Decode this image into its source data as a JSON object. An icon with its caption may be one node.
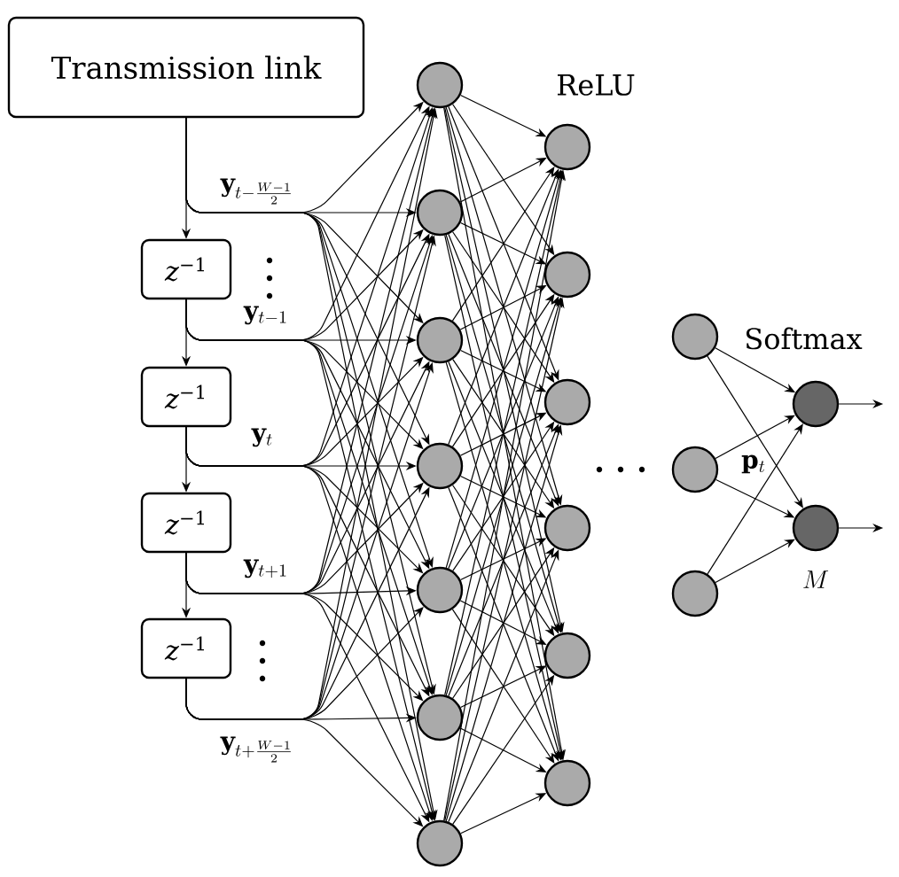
{
  "diagram": {
    "nodes": [
      {
        "text": [
          "Transmission link"
        ]
      },
      {
        "text": [
          "*z*$^{−1}$"
        ]
      },
      {
        "text": [
          "*z*$^{−1}$"
        ]
      },
      {
        "text": [
          "*z*$^{−1}$"
        ]
      },
      {
        "text": [
          "*z*$^{−1}$"
        ]
      },
      {
        "text": [],
        "shape": "circle"
      },
      {
        "text": [],
        "shape": "circle"
      },
      {
        "text": [],
        "shape": "circle"
      },
      {
        "text": [],
        "shape": "circle"
      },
      {
        "text": [],
        "shape": "circle"
      },
      {
        "text": [],
        "shape": "circle"
      },
      {
        "text": [],
        "shape": "circle"
      },
      {
        "text": [],
        "shape": "circle"
      },
      {
        "text": [],
        "shape": "circle"
      },
      {
        "text": [],
        "shape": "circle"
      },
      {
        "text": [],
        "shape": "circle"
      },
      {
        "text": [],
        "shape": "circle"
      },
      {
        "text": [],
        "shape": "circle"
      },
      {
        "text": [],
        "shape": "circle"
      },
      {
        "text": [],
        "shape": "circle"
      },
      {
        "text": [],
        "shape": "circle"
      },
      {
        "text": [],
        "shape": "circle"
      },
      {
        "text": [],
        "shape": "circle"
      }
    ],
    "edges": [
      {
        "from": 0,
        "to": 1,
        "arrow": "to"
      },
      {
        "from": 1,
        "to": 2,
        "arrow": "to"
      },
      {
        "from": 2,
        "to": 3,
        "arrow": "to"
      },
      {
        "from": 3,
        "to": 4,
        "arrow": "to"
      },
      {
        "from": 0,
        "to": 5,
        "arrow": "to"
      },
      {
        "from": 0,
        "to": 6,
        "arrow": "to"
      },
      {
        "from": 0,
        "to": 7,
        "arrow": "to"
      },
      {
        "from": 0,
        "to": 8,
        "arrow": "to"
      },
      {
        "from": 0,
        "to": 9,
        "arrow": "to"
      },
      {
        "from": 0,
        "to": 10,
        "arrow": "to"
      },
      {
        "from": 0,
        "to": 11,
        "arrow": "to"
      },
      {
        "from": 1,
        "to": 5,
        "arrow": "to"
      },
      {
        "from": 1,
        "to": 6,
        "arrow": "to"
      },
      {
        "from": 1,
        "to": 7,
        "arrow": "to"
      },
      {
        "from": 1,
        "to": 8,
        "arrow": "to"
      },
      {
        "from": 1,
        "to": 9,
        "arrow": "to"
      },
      {
        "from": 1,
        "to": 10,
        "arrow": "to"
      },
      {
        "from": 1,
        "to": 11,
        "arrow": "to"
      },
      {
        "from": 2,
        "to": 5,
        "arrow": "to"
      },
      {
        "from": 2,
        "to": 6,
        "arrow": "to"
      },
      {
        "from": 2,
        "to": 7,
        "arrow": "to"
      },
      {
        "from": 2,
        "to": 8,
        "arrow": "to"
      },
      {
        "from": 2,
        "to": 9,
        "arrow": "to"
      },
      {
        "from": 2,
        "to": 10,
        "arrow": "to"
      },
      {
        "from": 2,
        "to": 11,
        "arrow": "to"
      },
      {
        "from": 3,
        "to": 5,
        "arrow": "to"
      },
      {
        "from": 3,
        "to": 6,
        "arrow": "to"
      },
      {
        "from": 3,
        "to": 7,
        "arrow": "to"
      },
      {
        "from": 3,
        "to": 8,
        "arrow": "to"
      },
      {
        "from": 3,
        "to": 9,
        "arrow": "to"
      },
      {
        "from": 3,
        "to": 10,
        "arrow": "to"
      },
      {
        "from": 3,
        "to": 11,
        "arrow": "to"
      },
      {
        "from": 4,
        "to": 5,
        "arrow": "to"
      },
      {
        "from": 4,
        "to": 6,
        "arrow": "to"
      },
      {
        "from": 4,
        "to": 7,
        "arrow": "to"
      },
      {
        "from": 4,
        "to": 8,
        "arrow": "to"
      },
      {
        "from": 4,
        "to": 9,
        "arrow": "to"
      },
      {
        "from": 4,
        "to": 10,
        "arrow": "to"
      },
      {
        "from": 4,
        "to": 11,
        "arrow": "to"
      },
      {
        "from": 5,
        "to": 12,
        "arrow": "to"
      },
      {
        "from": 5,
        "to": 13,
        "arrow": "to"
      },
      {
        "from": 5,
        "to": 14,
        "arrow": "to"
      },
      {
        "from": 5,
        "to": 15,
        "arrow": "to"
      },
      {
        "from": 5,
        "to": 16,
        "arrow": "to"
      },
      {
        "from": 5,
        "to": 17,
        "arrow": "to"
      },
      {
        "from": 6,
        "to": 12,
        "arrow": "to"
      },
      {
        "from": 6,
        "to": 13,
        "arrow": "to"
      },
      {
        "from": 6,
        "to": 14,
        "arrow": "to"
      },
      {
        "from": 6,
        "to": 15,
        "arrow": "to"
      },
      {
        "from": 6,
        "to": 16,
        "arrow": "to"
      },
      {
        "from": 6,
        "to": 17,
        "arrow": "to"
      },
      {
        "from": 7,
        "to": 12,
        "arrow": "to"
      },
      {
        "from": 7,
        "to": 13,
        "arrow": "to"
      },
      {
        "from": 7,
        "to": 14,
        "arrow": "to"
      },
      {
        "from": 7,
        "to": 15,
        "arrow": "to"
      },
      {
        "from": 7,
        "to": 16,
        "arrow": "to"
      },
      {
        "from": 7,
        "to": 17,
        "arrow": "to"
      },
      {
        "from": 8,
        "to": 12,
        "arrow": "to"
      },
      {
        "from": 8,
        "to": 13,
        "arrow": "to"
      },
      {
        "from": 8,
        "to": 14,
        "arrow": "to"
      },
      {
        "from": 8,
        "to": 15,
        "arrow": "to"
      },
      {
        "from": 8,
        "to": 16,
        "arrow": "to"
      },
      {
        "from": 8,
        "to": 17,
        "arrow": "to"
      },
      {
        "from": 9,
        "to": 12,
        "arrow": "to"
      },
      {
        "from": 9,
        "to": 13,
        "arrow": "to"
      },
      {
        "from": 9,
        "to": 14,
        "arrow": "to"
      },
      {
        "from": 9,
        "to": 15,
        "arrow": "to"
      },
      {
        "from": 9,
        "to": 16,
        "arrow": "to"
      },
      {
        "from": 9,
        "to": 17,
        "arrow": "to"
      },
      {
        "from": 10,
        "to": 12,
        "arrow": "to"
      },
      {
        "from": 10,
        "to": 13,
        "arrow": "to"
      },
      {
        "from": 10,
        "to": 14,
        "arrow": "to"
      },
      {
        "from": 10,
        "to": 15,
        "arrow": "to"
      },
      {
        "from": 10,
        "to": 16,
        "arrow": "to"
      },
      {
        "from": 10,
        "to": 17,
        "arrow": "to"
      },
      {
        "from": 11,
        "to": 12,
        "arrow": "to"
      },
      {
        "from": 11,
        "to": 13,
        "arrow": "to"
      },
      {
        "from": 11,
        "to": 14,
        "arrow": "to"
      },
      {
        "from": 11,
        "to": 15,
        "arrow": "to"
      },
      {
        "from": 11,
        "to": 16,
        "arrow": "to"
      },
      {
        "from": 11,
        "to": 17,
        "arrow": "to"
      },
      {
        "from": 18,
        "to": 21,
        "arrow": "to"
      },
      {
        "from": 18,
        "to": 22,
        "arrow": "to"
      },
      {
        "from": 19,
        "to": 21,
        "arrow": "to"
      },
      {
        "from": 19,
        "to": 22,
        "arrow": "to"
      },
      {
        "from": 20,
        "to": 21,
        "arrow": "to"
      },
      {
        "from": 20,
        "to": 22,
        "arrow": "to"
      },
      {
        "from": 21,
        "to": null,
        "arrow": "to"
      },
      {
        "from": 22,
        "to": null,
        "arrow": "to"
      }
    ],
    "labels": [
      "ReLU",
      "\\mathbf{y}_{t-\\frac{W-1}{2}}",
      "\\mathbf{y}_{t-1}",
      "Softmax",
      "\\mathbf{y}_{t}",
      "\\mathbf{p}_{t}",
      "\\mathbf{y}_{t+1}",
      "M",
      "\\mathbf{y}_{t+\\frac{W-1}{2}}"
    ]
  }
}
